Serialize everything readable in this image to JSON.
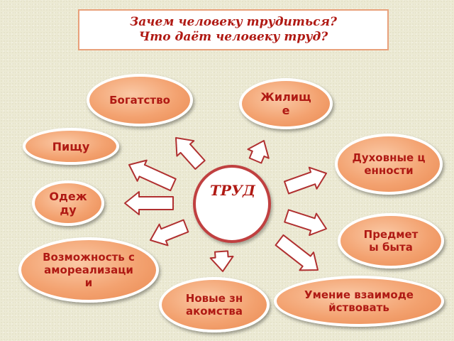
{
  "title": {
    "line1": "Зачем человеку трудиться?",
    "line2": "Что даёт человеку труд?"
  },
  "center_label": "ТРУД",
  "nodes": {
    "wealth": "Богатство",
    "housing": "Жилище",
    "food": "Пищу",
    "spiritual": "Духовные ценности",
    "clothing": "Одежду",
    "household": "Предметы быта",
    "selfrealization": "Возможность самореализации",
    "acquaintances": "Новые знакомства",
    "interaction": "Умение взаимодействовать"
  },
  "colors": {
    "text": "#b01a14",
    "node_fill": "#f3a270",
    "node_border": "#ffffff",
    "center_border": "#c04040",
    "title_border": "#e8a07a",
    "arrow_stroke": "#b03030"
  }
}
